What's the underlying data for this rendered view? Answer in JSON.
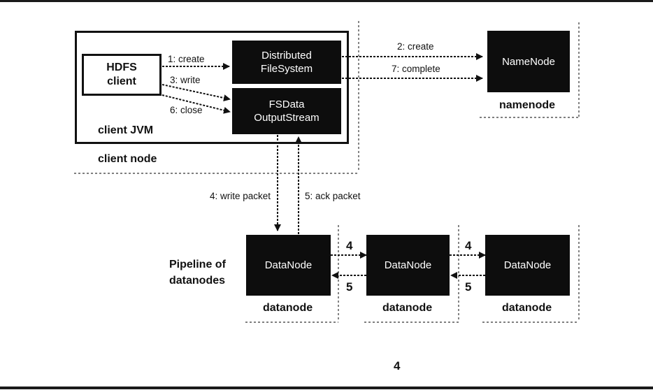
{
  "client_node": {
    "jvm_label": "client JVM",
    "node_label": "client node",
    "hdfs_client": {
      "line1": "HDFS",
      "line2": "client"
    },
    "dfs": {
      "line1": "Distributed",
      "line2": "FileSystem"
    },
    "fsdos": {
      "line1": "FSData",
      "line2": "OutputStream"
    }
  },
  "namenode": {
    "box": "NameNode",
    "label": "namenode"
  },
  "arrows": {
    "create1": "1: create",
    "write3": "3: write",
    "close6": "6: close",
    "create2": "2: create",
    "complete7": "7: complete",
    "write_packet": "4: write packet",
    "ack_packet": "5: ack packet",
    "pipe4a": "4",
    "pipe5a": "5",
    "pipe4b": "4",
    "pipe5b": "5"
  },
  "pipeline": {
    "title_line1": "Pipeline of",
    "title_line2": "datanodes",
    "datanodes": [
      {
        "box": "DataNode",
        "label": "datanode"
      },
      {
        "box": "DataNode",
        "label": "datanode"
      },
      {
        "box": "DataNode",
        "label": "datanode"
      }
    ]
  },
  "figure_number": "4"
}
